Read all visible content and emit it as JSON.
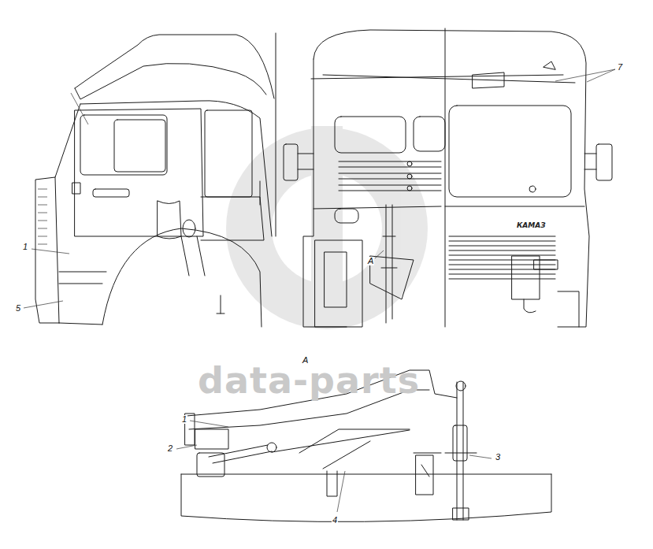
{
  "diagram": {
    "labels": [
      "1",
      "5",
      "7",
      "A",
      "A",
      "1",
      "2",
      "3",
      "4",
      "КАМАЗ",
      "data-parts"
    ]
  }
}
